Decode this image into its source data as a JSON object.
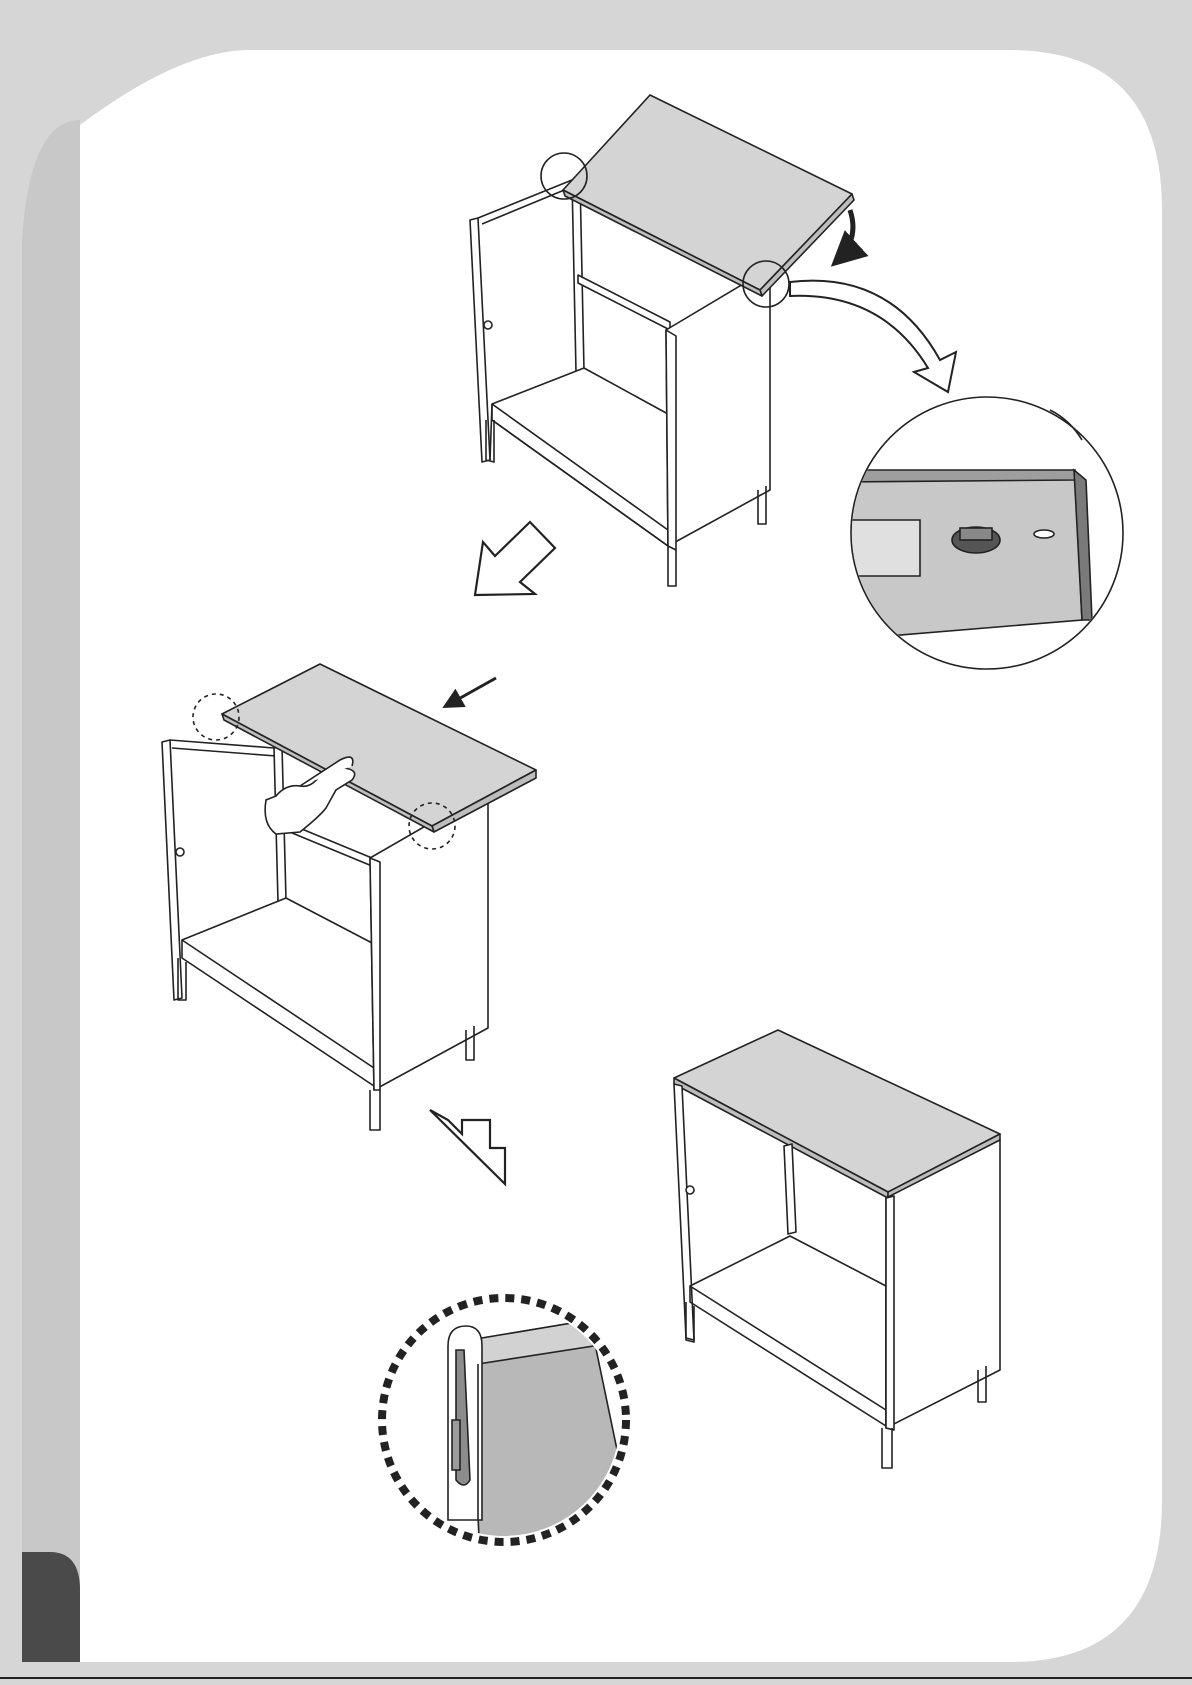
{
  "page": {
    "colors": {
      "background": "#d6d6d6",
      "panel": "#ffffff",
      "left_band": "#c8c8c8",
      "page_tab": "#4a4a4a",
      "panel_top": "#d4d4d4",
      "panel_top_dark": "#bdbdbd",
      "line": "#222222"
    }
  },
  "steps": [
    {
      "name": "tilt-top-panel",
      "icon": "curved-arrow-icon"
    },
    {
      "name": "slide-top-panel",
      "icon": "hand-push-icon"
    },
    {
      "name": "finished-cabinet",
      "icon": "cabinet-icon"
    }
  ],
  "details": [
    {
      "name": "magnifier-connector-detail",
      "icon": "magnifier-icon"
    },
    {
      "name": "magnifier-edge-clip-detail",
      "icon": "dotted-magnifier-icon"
    }
  ]
}
